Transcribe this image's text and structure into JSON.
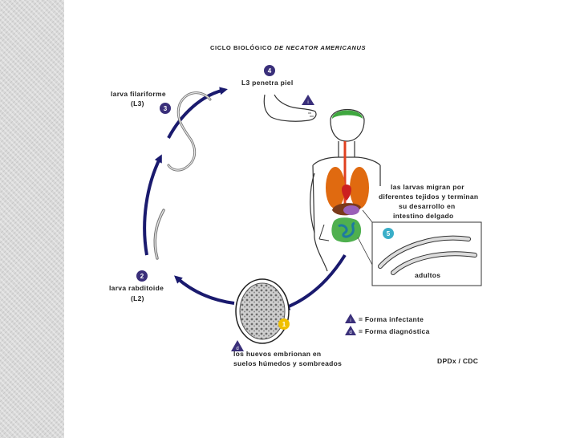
{
  "title_prefix": "CICLO BIOLÓGICO ",
  "title_italic": "DE NECATOR AMERICANUS",
  "stage4": {
    "num": "4",
    "label": "L3 penetra piel"
  },
  "stage3": {
    "num": "3",
    "label_line1": "larva filariforme",
    "label_line2": "(L3)"
  },
  "stage2": {
    "num": "2",
    "label_line1": "larva rabditoide",
    "label_line2": "(L2)"
  },
  "stage1": {
    "num": "1"
  },
  "stage5": {
    "num": "5"
  },
  "migration": {
    "line1": "las larvas migran por",
    "line2": "diferentes tejidos y terminan",
    "line3": "su desarrollo en",
    "line4": "intestino delgado"
  },
  "adults_label": "adultos",
  "eggs": {
    "line1": "los huevos embrionan en",
    "line2": "suelos húmedos y sombreados"
  },
  "legend": {
    "infective_mark": "i",
    "infective": "= Forma infectante",
    "diagnostic_mark": "d",
    "diagnostic": "= Forma diagnóstica"
  },
  "credit": "DPDx / CDC",
  "colors": {
    "arrow": "#1a1a6e",
    "badge": "#3a2f7a",
    "cyan_badge": "#3aaec8",
    "yellow_badge": "#f0c000"
  }
}
